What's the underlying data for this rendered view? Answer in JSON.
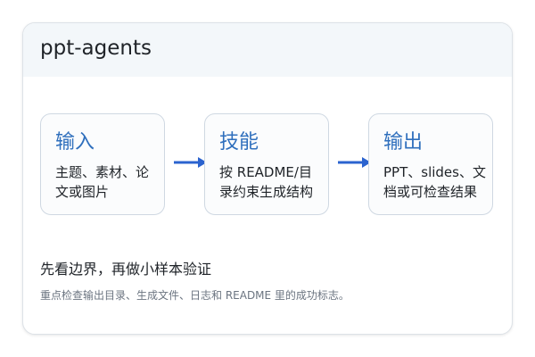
{
  "header": {
    "title": "ppt-agents"
  },
  "flow": {
    "steps": [
      {
        "title": "输入",
        "desc": "主题、素材、论文或图片"
      },
      {
        "title": "技能",
        "desc": "按 README/目录约束生成结构"
      },
      {
        "title": "输出",
        "desc": "PPT、slides、文档或可检查结果"
      }
    ]
  },
  "notes": {
    "main": "先看边界，再做小样本验证",
    "sub": "重点检查输出目录、生成文件、日志和 README 里的成功标志。"
  },
  "colors": {
    "accent": "#2f6fbd",
    "arrow": "#2b63cf"
  }
}
